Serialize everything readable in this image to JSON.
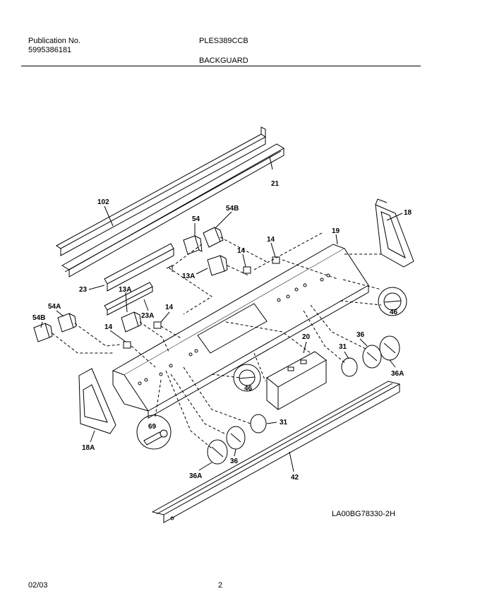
{
  "header": {
    "publication_label": "Publication No.",
    "publication_number": "5995386181",
    "model": "PLES389CCB",
    "section": "BACKGUARD"
  },
  "diagram": {
    "code": "LA00BG78330-2H",
    "labels": {
      "p102": "102",
      "p21": "21",
      "p18": "18",
      "p19": "19",
      "p54": "54",
      "p54b": "54B",
      "p14a": "14",
      "p14b": "14",
      "p13a_top": "13A",
      "p23": "23",
      "p13a": "13A",
      "p23a": "23A",
      "p14c": "14",
      "p54a": "54A",
      "p54b2": "54B",
      "p14d": "14",
      "p46a": "46",
      "p20": "20",
      "p36a": "36",
      "p31a": "31",
      "p36a_b": "36A",
      "p46b": "46",
      "p69": "69",
      "p31b": "31",
      "p18a": "18A",
      "p36b": "36",
      "p36a_c": "36A",
      "p42": "42"
    }
  },
  "footer": {
    "date": "02/03",
    "page": "2"
  }
}
